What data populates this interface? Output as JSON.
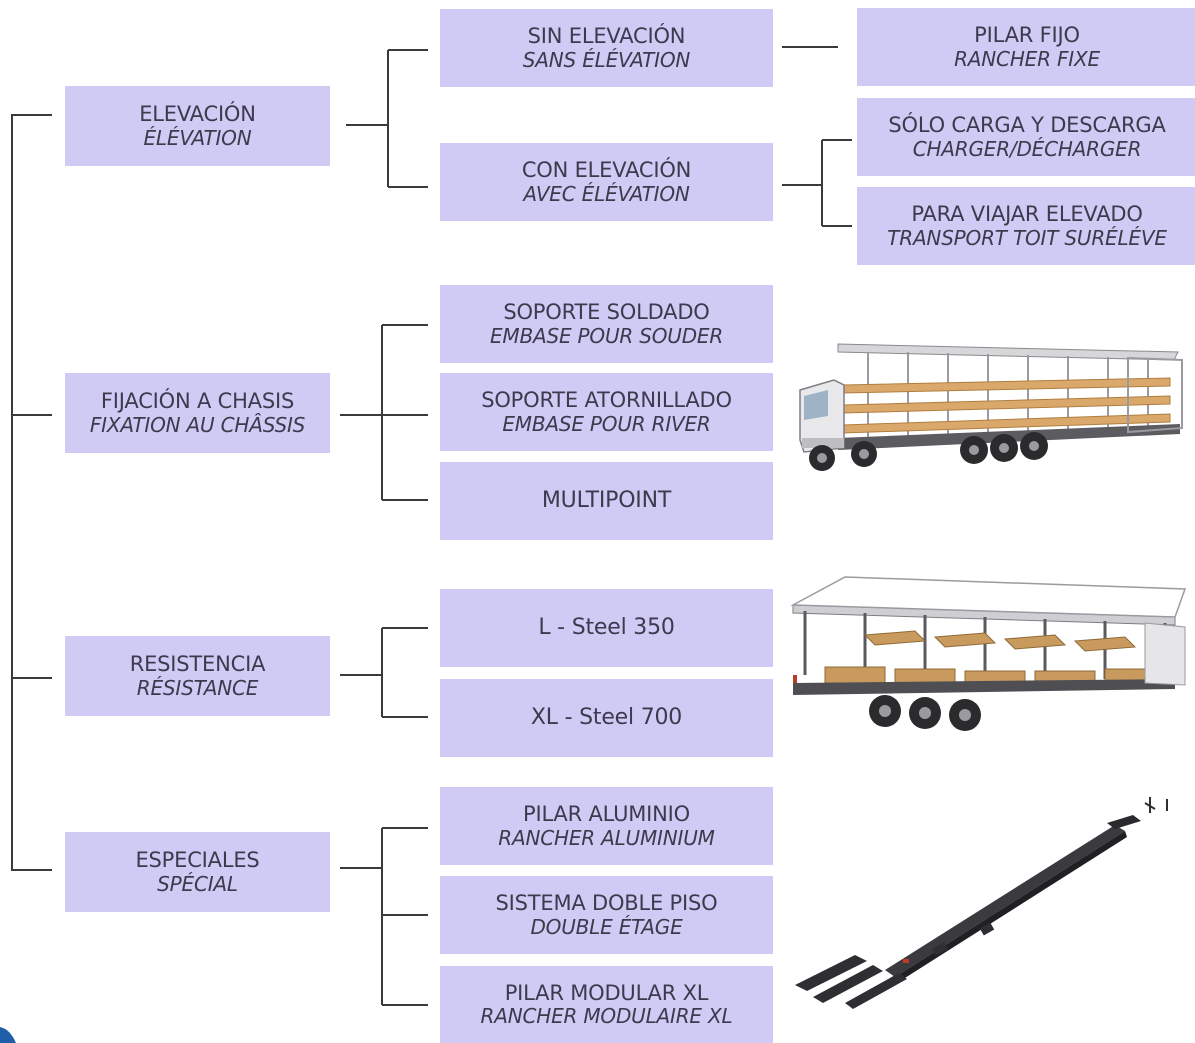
{
  "level1": [
    {
      "es": "ELEVACIÓN",
      "fr": "ÉLÉVATION"
    },
    {
      "es": "FIJACIÓN A CHASIS",
      "fr": "FIXATION AU CHÂSSIS"
    },
    {
      "es": "RESISTENCIA",
      "fr": "RÉSISTANCE"
    },
    {
      "es": "ESPECIALES",
      "fr": "SPÉCIAL"
    }
  ],
  "level2": [
    {
      "es": "SIN ELEVACIÓN",
      "fr": "SANS ÉLÉVATION"
    },
    {
      "es": "CON ELEVACIÓN",
      "fr": "AVEC ÉLÉVATION"
    },
    {
      "es": "SOPORTE SOLDADO",
      "fr": "EMBASE POUR SOUDER"
    },
    {
      "es": "SOPORTE ATORNILLADO",
      "fr": "EMBASE POUR RIVER"
    },
    {
      "es": "MULTIPOINT",
      "fr": ""
    },
    {
      "es": "L - Steel 350",
      "fr": ""
    },
    {
      "es": "XL - Steel 700",
      "fr": ""
    },
    {
      "es": "PILAR ALUMINIO",
      "fr": "RANCHER ALUMINIUM"
    },
    {
      "es": "SISTEMA DOBLE PISO",
      "fr": "DOUBLE ÉTAGE"
    },
    {
      "es": "PILAR MODULAR XL",
      "fr": "RANCHER MODULAIRE XL"
    }
  ],
  "level3": [
    {
      "es": "PILAR FIJO",
      "fr": "RANCHER FIXE"
    },
    {
      "es": "SÓLO CARGA Y DESCARGA",
      "fr": "CHARGER/DÉCHARGER"
    },
    {
      "es": "PARA VIAJAR ELEVADO",
      "fr": "TRANSPORT TOIT SURÉLÉVE"
    }
  ],
  "colors": {
    "box": "#cfcbf5",
    "text": "#3c3a4c",
    "line": "#3a3a3a"
  },
  "illustrations": [
    "truck-curtainsider-icon",
    "trailer-frame-icon",
    "rail-kit-icon"
  ]
}
